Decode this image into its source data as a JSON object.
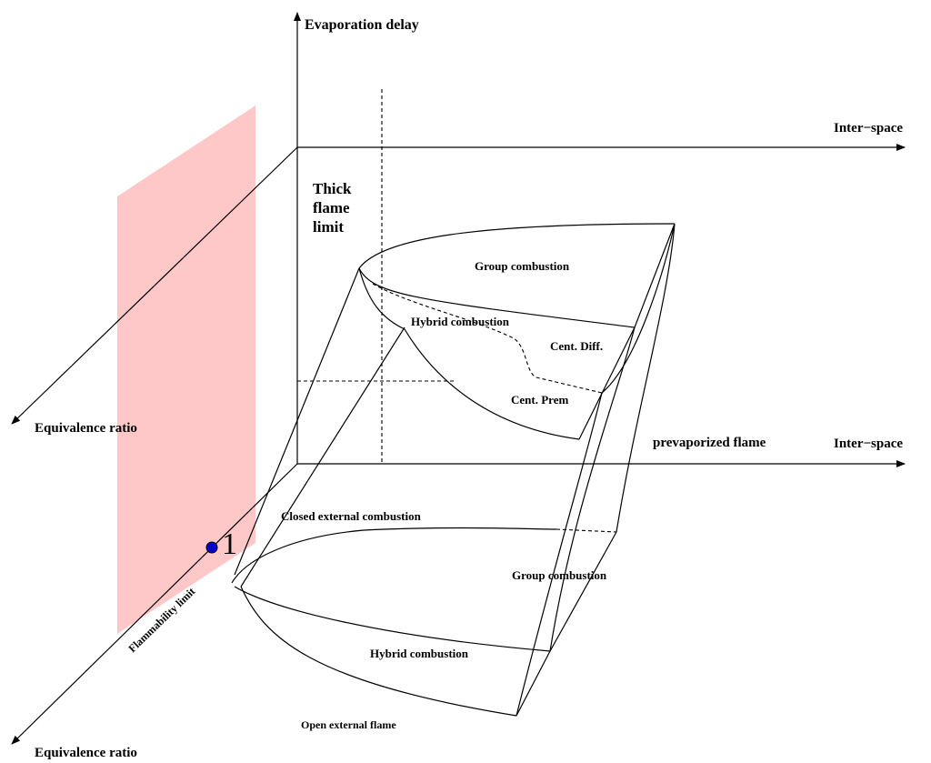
{
  "axes": {
    "evaporation_delay": "Evaporation delay",
    "inter_space_top": "Inter−space",
    "inter_space_bottom": "Inter−space",
    "equivalence_ratio_top": "Equivalence ratio",
    "equivalence_ratio_bottom": "Equivalence ratio"
  },
  "upper_surface": {
    "thick_flame_limit": [
      "Thick",
      "flame",
      "limit"
    ],
    "group_combustion": "Group combustion",
    "hybrid_combustion": "Hybrid combustion",
    "cent_diff": "Cent. Diff.",
    "cent_prem": "Cent. Prem",
    "prevaporized_flame": "prevaporized flame"
  },
  "lower_surface": {
    "closed_external_combustion": "Closed external combustion",
    "group_combustion": "Group combustion",
    "hybrid_combustion": "Hybrid combustion",
    "open_external_flame": "Open external flame"
  },
  "flammability": {
    "limit_label": "Flammability limit",
    "point_label": "1"
  },
  "colors": {
    "flammability_plane": "#ffc8c8",
    "point": "#0000cc",
    "lines": "#000000"
  }
}
